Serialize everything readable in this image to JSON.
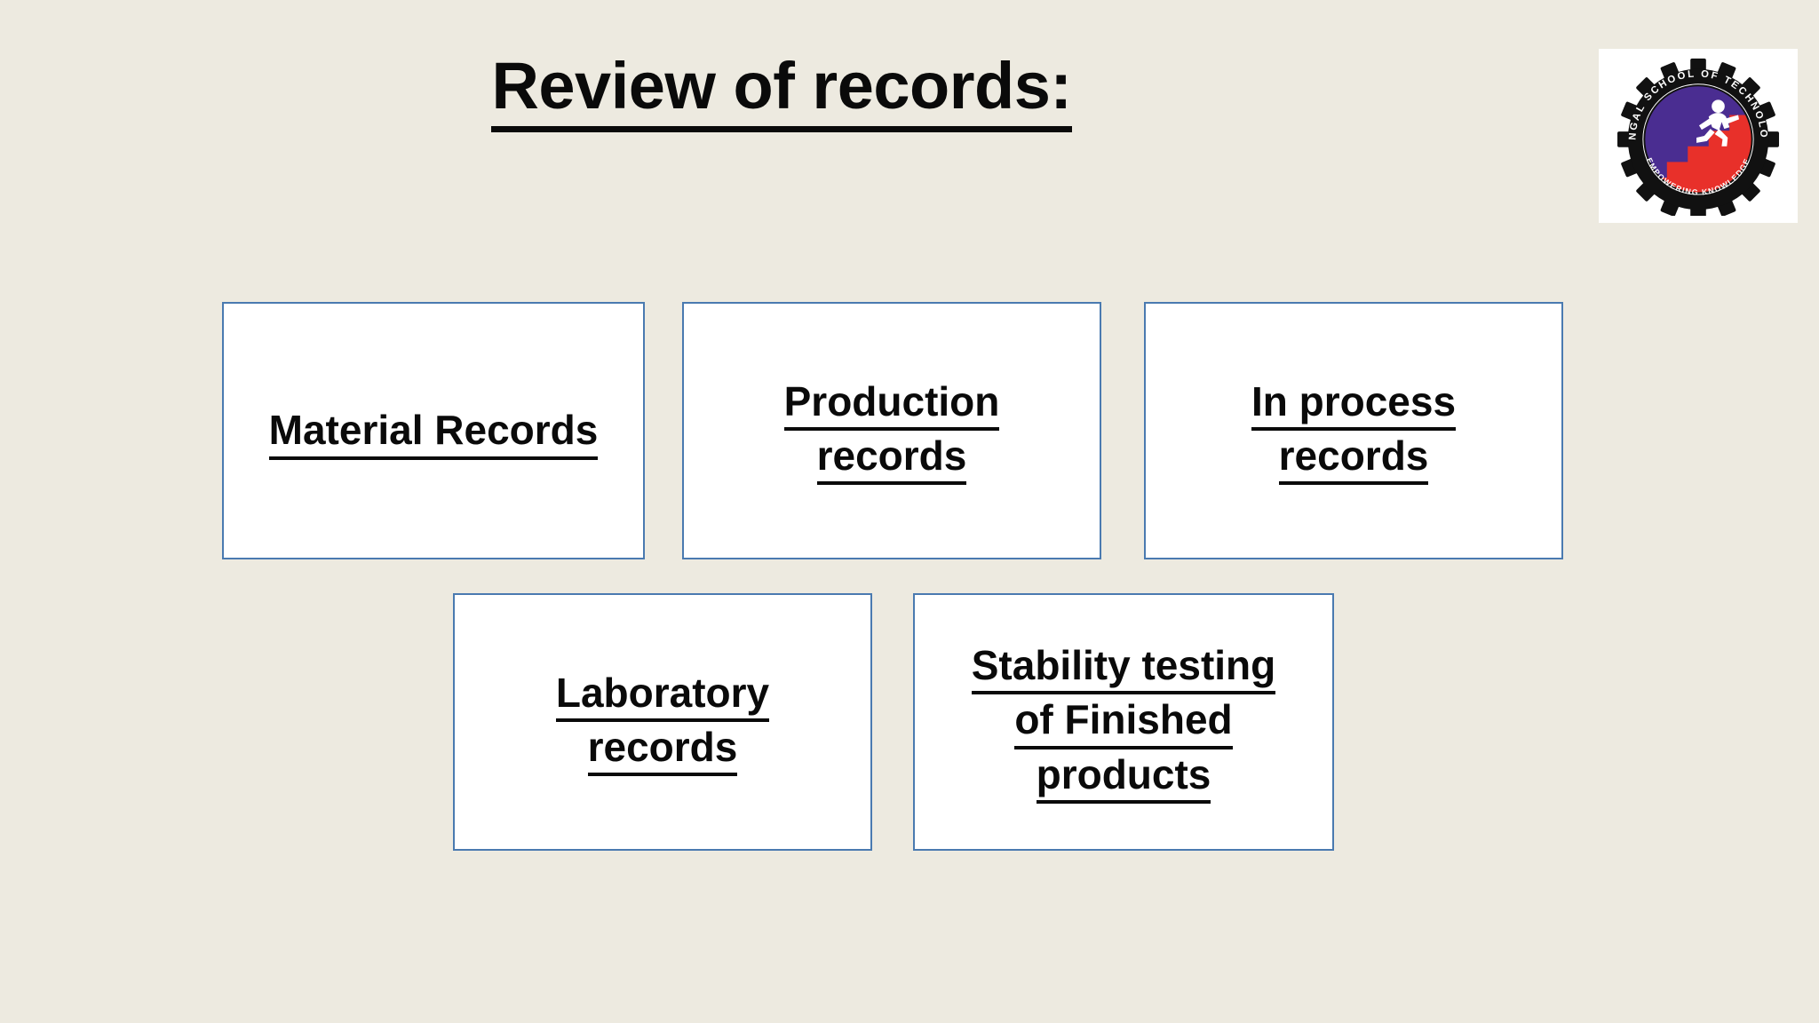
{
  "slide": {
    "background_color": "#edeae0",
    "title": "Review of records:",
    "title_underlined": true
  },
  "logo": {
    "name": "bengal-school-of-technology-logo",
    "arc_text_top": "BENGAL SCHOOL OF TECHNOLOGY",
    "arc_text_bottom": "EMPOWERING KNOWLEDGE",
    "colors": {
      "gear": "#111111",
      "upper_field": "#4a2d91",
      "lower_field": "#e8302a",
      "figure": "#ffffff",
      "plate": "#ffffff"
    }
  },
  "cards": [
    {
      "id": "material-records",
      "lines": [
        "Material Records"
      ],
      "underlined": true,
      "border_color": "#4a7ab0",
      "fill_color": "#ffffff"
    },
    {
      "id": "production-records",
      "lines": [
        "Production",
        "records"
      ],
      "underlined": true,
      "border_color": "#4a7ab0",
      "fill_color": "#ffffff"
    },
    {
      "id": "in-process-records",
      "lines": [
        "In process",
        "records"
      ],
      "underlined": true,
      "border_color": "#4a7ab0",
      "fill_color": "#ffffff"
    },
    {
      "id": "laboratory-records",
      "lines": [
        "Laboratory",
        "records"
      ],
      "underlined": true,
      "border_color": "#4a7ab0",
      "fill_color": "#ffffff"
    },
    {
      "id": "stability-testing-of-finished-products",
      "lines": [
        "Stability testing",
        "of Finished",
        "products"
      ],
      "underlined": true,
      "border_color": "#4a7ab0",
      "fill_color": "#ffffff"
    }
  ]
}
